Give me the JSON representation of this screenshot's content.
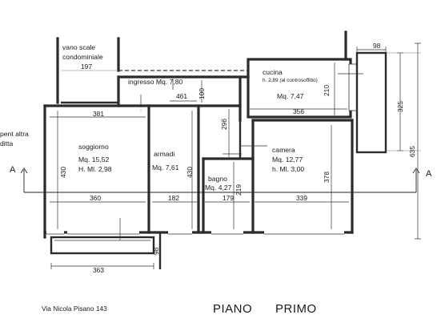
{
  "rooms": {
    "vano_scale": {
      "line1": "vano scale",
      "line2": "condominiale",
      "dim": "197"
    },
    "ingresso": {
      "label": "ingresso  Mq. 7,80"
    },
    "cucina": {
      "name": "cucina",
      "note": "h. 2,89 (al controsoffitto)",
      "area": "Mq. 7,47"
    },
    "soggiorno": {
      "name": "soggiorno",
      "area": "Mq. 15,52",
      "height": "H. Ml. 2,98"
    },
    "armadi": {
      "name": "armadi",
      "area": "Mq. 7,61"
    },
    "camera": {
      "name": "camera",
      "area": "Mq. 12,77",
      "height": "h. Ml. 3,00"
    },
    "bagno": {
      "name": "bagno",
      "area": "Mq. 4,27"
    }
  },
  "left_note": {
    "line1": "pent altra",
    "line2": "ditta"
  },
  "dimensions": {
    "d461": "461",
    "d100": "100",
    "d210": "210",
    "d356": "356",
    "d381": "381",
    "d296": "296",
    "d98": "98",
    "d325": "325",
    "d635": "635",
    "d430a": "430",
    "d430b": "430",
    "d378": "378",
    "d219": "219",
    "d360": "360",
    "d182": "182",
    "d179": "179",
    "d339": "339",
    "d363": "363",
    "d98b": "98"
  },
  "section": {
    "left": "A",
    "right": "A"
  },
  "address": "Via Nicola Pisano 143",
  "title": {
    "word1": "PIANO",
    "word2": "PRIMO"
  }
}
